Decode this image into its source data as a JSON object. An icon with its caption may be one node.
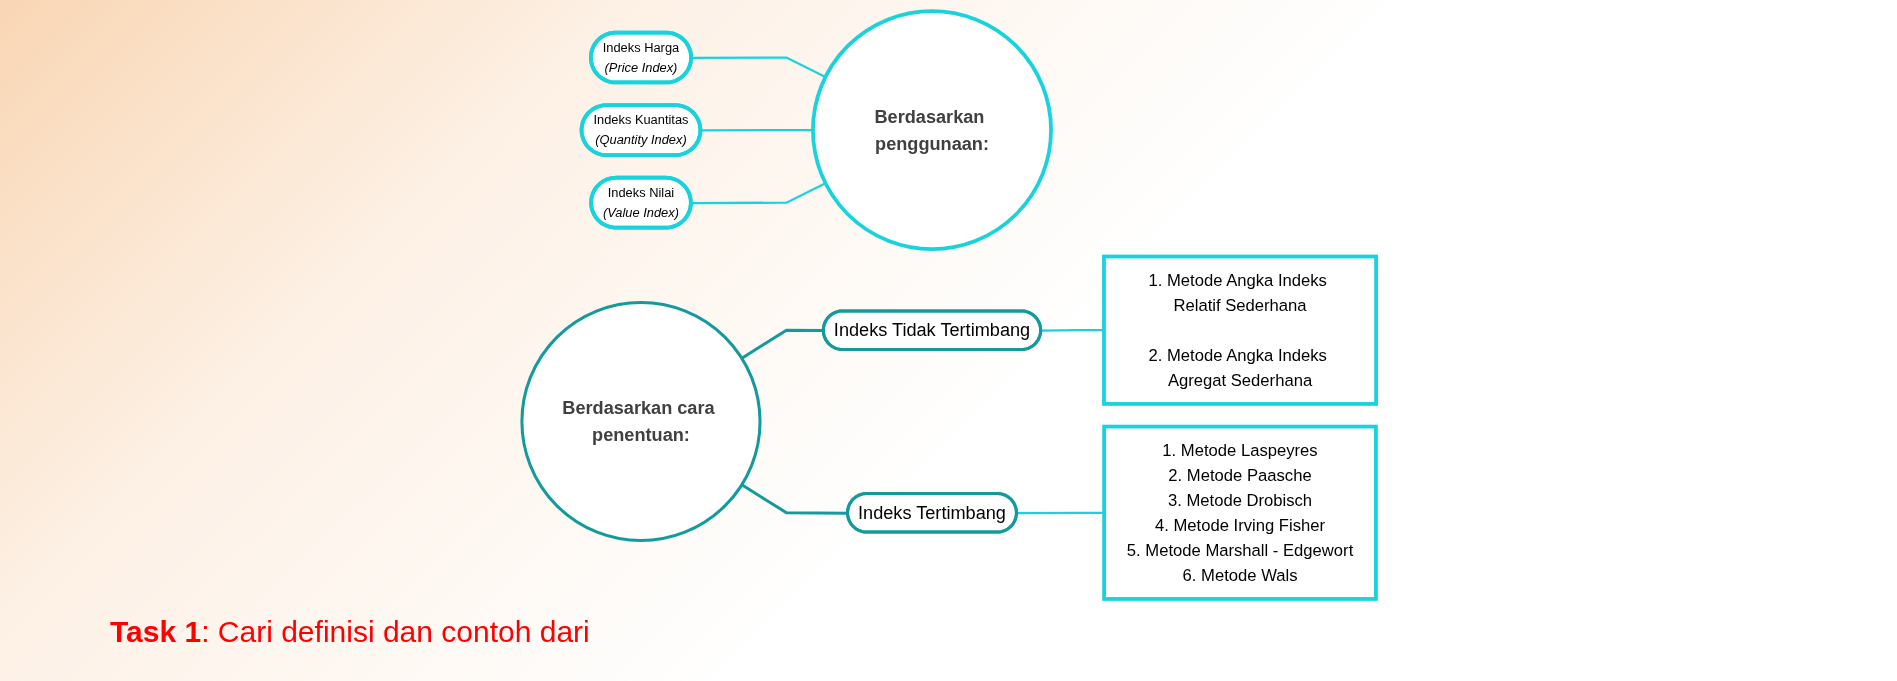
{
  "diagram": {
    "nodes": [
      {
        "text": [
          "Indeks Harga",
          "(Price Index)"
        ]
      },
      {
        "text": [
          "Indeks Kuantitas",
          "(Quantity Index)"
        ]
      },
      {
        "text": [
          "Indeks Nilai",
          "(Value Index)"
        ]
      },
      {
        "text": [
          "Berdasarkan penggunaan:"
        ]
      },
      {
        "text": [
          "Berdasarkan cara penentuan:"
        ]
      },
      {
        "text": [
          "Indeks Tidak Tertimbang"
        ]
      },
      {
        "text": [
          "1. Metode Angka Indeks Relatif Sederhana",
          "2. Metode Angka Indeks Agregat Sederhana"
        ]
      },
      {
        "text": [
          "Indeks Tertimbang"
        ]
      },
      {
        "text": [
          "1. Metode Laspeyres",
          "2. Metode Paasche",
          "3. Metode Drobisch",
          "4. Metode Irving Fisher",
          "5. Metode Marshall - Edgewort",
          "6. Metode Wals"
        ]
      }
    ],
    "edges": [
      {
        "from": 0,
        "to": 3,
        "arrow": "none"
      },
      {
        "from": 1,
        "to": 3,
        "arrow": "none"
      },
      {
        "from": 2,
        "to": 3,
        "arrow": "none"
      },
      {
        "from": 4,
        "to": 5,
        "arrow": "none",
        "color": "#139a9c"
      },
      {
        "from": 4,
        "to": 7,
        "arrow": "none",
        "color": "#139a9c"
      },
      {
        "from": 5,
        "to": 6,
        "arrow": "none"
      },
      {
        "from": 7,
        "to": 8,
        "arrow": "none"
      }
    ],
    "labels": [
      "**Task 1**: Cari definisi dan contoh dari"
    ]
  }
}
